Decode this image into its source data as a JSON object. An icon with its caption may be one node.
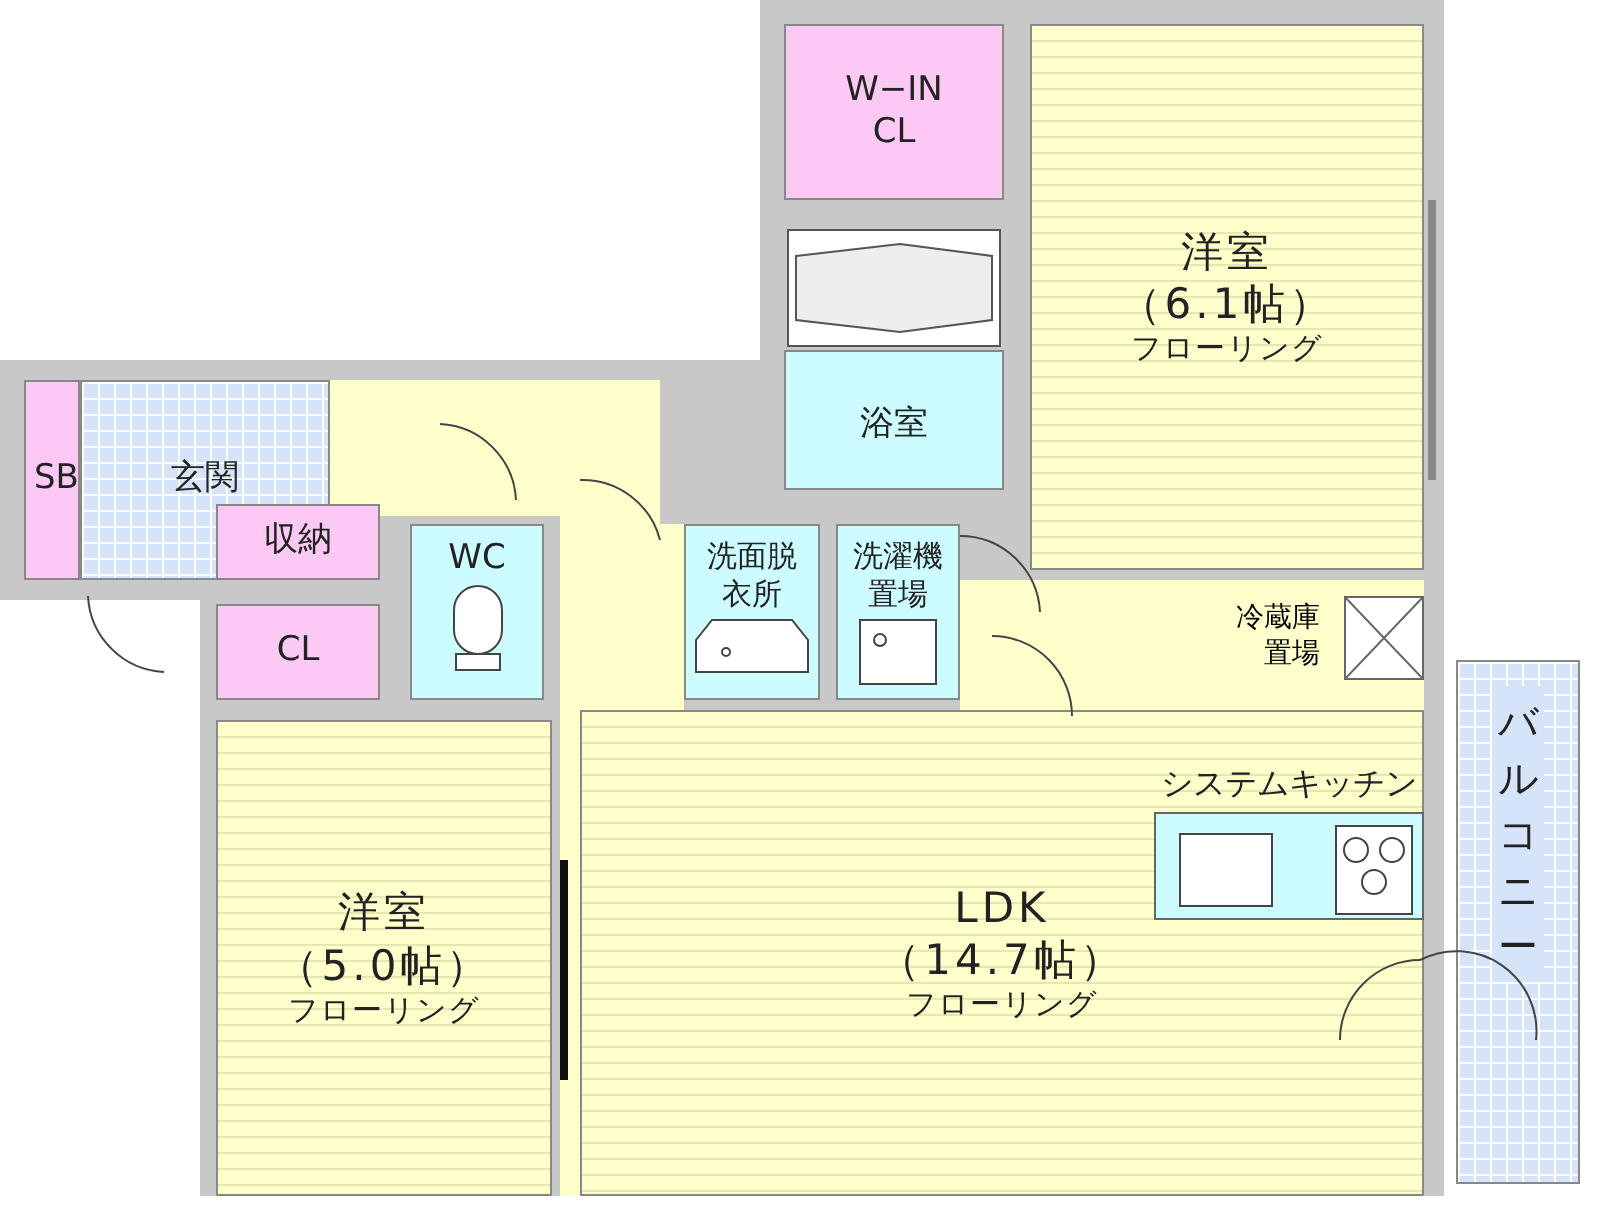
{
  "diagram": {
    "nodes": [
      {
        "text": [
          "W−IN CL"
        ]
      },
      {
        "text": [
          "洋室",
          "（6.1帖）",
          "フローリング"
        ]
      },
      {
        "text": [
          "浴室"
        ]
      },
      {
        "text": [
          "SB"
        ]
      },
      {
        "text": [
          "玄関"
        ]
      },
      {
        "text": [
          "収納"
        ]
      },
      {
        "text": [
          "WC"
        ]
      },
      {
        "text": [
          "洗面脱衣所"
        ]
      },
      {
        "text": [
          "洗濯機置場"
        ]
      },
      {
        "text": [
          "CL"
        ]
      },
      {
        "text": [
          "LDK",
          "（14.7帖）",
          "フローリング"
        ]
      },
      {
        "text": [
          "システムキッチン"
        ],
        "in": 10
      },
      {
        "text": [
          "バルコニー"
        ]
      },
      {
        "text": [
          "洋室",
          "（5.0帖）",
          "フローリング"
        ]
      }
    ],
    "edges": [],
    "labels": [
      "冷蔵庫置場"
    ]
  }
}
